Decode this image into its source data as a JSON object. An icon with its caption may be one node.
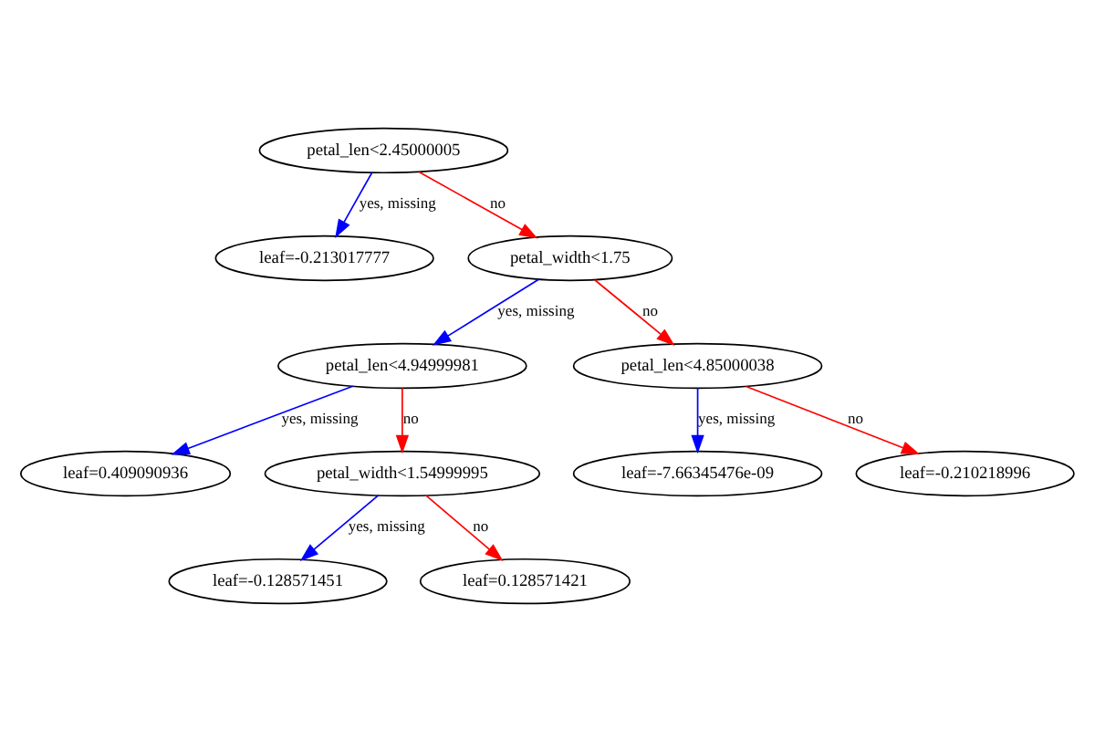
{
  "diagram": {
    "nodes": [
      {
        "text": [
          "petal_len<2.45000005"
        ]
      },
      {
        "text": [
          "leaf=-0.213017777"
        ]
      },
      {
        "text": [
          "petal_width<1.75"
        ]
      },
      {
        "text": [
          "petal_len<4.94999981"
        ]
      },
      {
        "text": [
          "petal_len<4.85000038"
        ]
      },
      {
        "text": [
          "leaf=0.409090936"
        ]
      },
      {
        "text": [
          "petal_width<1.54999995"
        ]
      },
      {
        "text": [
          "leaf=-7.66345476e-09"
        ]
      },
      {
        "text": [
          "leaf=-0.210218996"
        ]
      },
      {
        "text": [
          "leaf=-0.128571451"
        ]
      },
      {
        "text": [
          "leaf=0.128571421"
        ]
      }
    ],
    "edges": [
      {
        "from": 0,
        "to": 1,
        "arrow": "to",
        "label": "yes, missing",
        "color": "#0000ff"
      },
      {
        "from": 0,
        "to": 2,
        "arrow": "to",
        "label": "no",
        "color": "#ff0000"
      },
      {
        "from": 2,
        "to": 3,
        "arrow": "to",
        "label": "yes, missing",
        "color": "#0000ff"
      },
      {
        "from": 2,
        "to": 4,
        "arrow": "to",
        "label": "no",
        "color": "#ff0000"
      },
      {
        "from": 3,
        "to": 5,
        "arrow": "to",
        "label": "yes, missing",
        "color": "#0000ff"
      },
      {
        "from": 3,
        "to": 6,
        "arrow": "to",
        "label": "no",
        "color": "#ff0000"
      },
      {
        "from": 4,
        "to": 7,
        "arrow": "to",
        "label": "yes, missing",
        "color": "#0000ff"
      },
      {
        "from": 4,
        "to": 8,
        "arrow": "to",
        "label": "no",
        "color": "#ff0000"
      },
      {
        "from": 6,
        "to": 9,
        "arrow": "to",
        "label": "yes, missing",
        "color": "#0000ff"
      },
      {
        "from": 6,
        "to": 10,
        "arrow": "to",
        "label": "no",
        "color": "#ff0000"
      }
    ]
  }
}
